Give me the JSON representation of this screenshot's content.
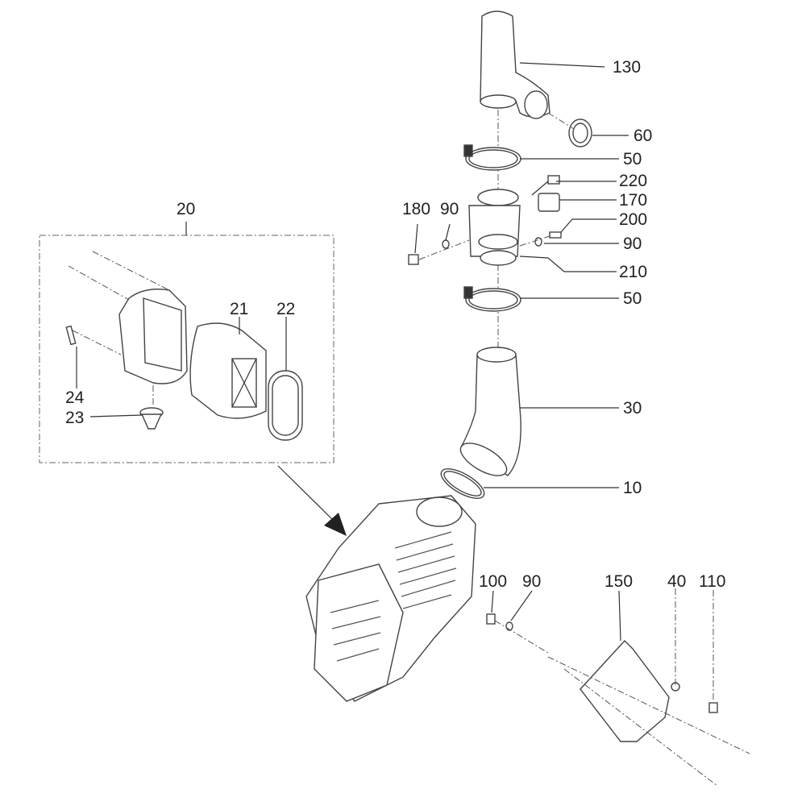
{
  "callouts": {
    "p130": "130",
    "p60": "60",
    "p50_upper": "50",
    "p220": "220",
    "p170": "170",
    "p200": "200",
    "p90_right": "90",
    "p210": "210",
    "p50_lower": "50",
    "p30": "30",
    "p10": "10",
    "p180": "180",
    "p90_left": "90",
    "p20": "20",
    "p21": "21",
    "p22": "22",
    "p24": "24",
    "p23": "23",
    "p100": "100",
    "p90_bottom": "90",
    "p150": "150",
    "p40": "40",
    "p110": "110"
  }
}
